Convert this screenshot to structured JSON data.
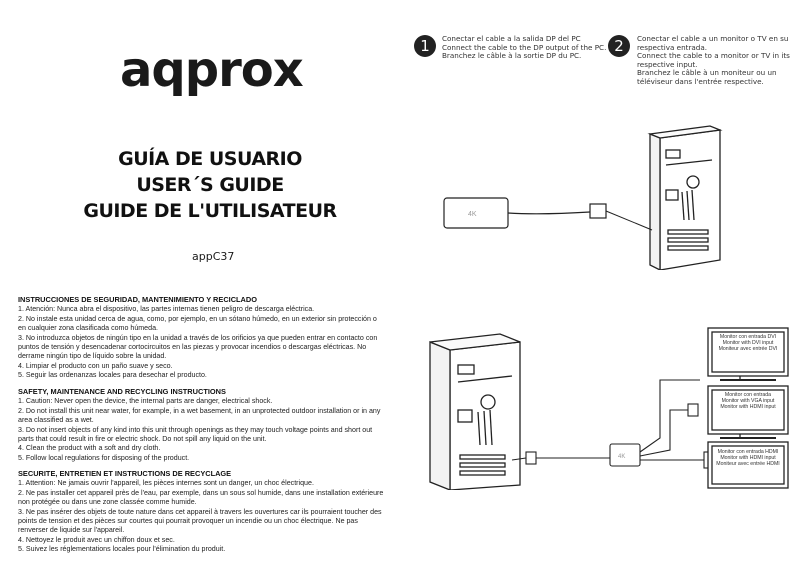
{
  "brand": {
    "logo": "aqprox"
  },
  "titles": [
    "GUÍA DE USUARIO",
    "USER´S GUIDE",
    "GUIDE DE L'UTILISATEUR"
  ],
  "model": "appC37",
  "steps": [
    {
      "number": "1",
      "lines": [
        "Conectar el cable a la salida DP del PC",
        "Connect the cable to the DP output of the PC.",
        "Branchez le câble à la sortie DP du PC."
      ]
    },
    {
      "number": "2",
      "lines": [
        "Conectar el cable a un monitor o TV en su",
        "respectiva entrada.",
        "Connect the cable to a monitor or TV in its",
        "respective input.",
        "Branchez le câble à un moniteur ou un",
        "téléviseur dans l'entrée respective."
      ]
    }
  ],
  "adapter_label": "4K",
  "monitors": [
    [
      "Monitor con entrada DVI",
      "Monitor with DVI input",
      "Moniteur avec entrée DVI"
    ],
    [
      "Monitor con entrada",
      "Monitor with VGA input",
      "Monitor with HDMI input"
    ],
    [
      "Monitor con entrada HDMI",
      "Monitor with HDMI input",
      "Moniteur avec entrée HDMI"
    ]
  ],
  "sections": [
    {
      "heading": "INSTRUCCIONES DE SEGURIDAD, MANTENIMIENTO Y RECICLADO",
      "items": [
        "1. Atención: Nunca abra el dispositivo, las partes internas tienen peligro de descarga eléctrica.",
        "2. No instale esta unidad cerca de agua, como, por ejemplo, en un sótano húmedo, en un exterior sin protección o en cualquier zona clasificada como húmeda.",
        "3. No introduzca objetos de ningún tipo en la unidad a través de los orificios ya que pueden entrar en contacto con puntos de tensión y desencadenar cortocircuitos en las piezas y provocar incendios o descargas eléctricas. No derrame ningún tipo de líquido sobre la unidad.",
        "4. Limpiar el producto con un paño suave y seco.",
        "5. Seguir las ordenanzas locales para desechar el producto."
      ]
    },
    {
      "heading": "SAFETY, MAINTENANCE AND RECYCLING INSTRUCTIONS",
      "items": [
        "1. Caution: Never open the device, the internal parts are danger, electrical shock.",
        "2. Do not install this unit near water, for example, in a wet basement, in an unprotected outdoor installation or in any area classified as a wet.",
        "3. Do not insert objects of any kind into this unit through openings as they may touch voltage points and short out parts that could result in fire or electric shock. Do not spill any liquid on the unit.",
        "4. Clean the product with a soft and dry cloth.",
        "5. Follow local regulations for disposing of the product."
      ]
    },
    {
      "heading": "SECURITE, ENTRETIEN ET INSTRUCTIONS DE RECYCLAGE",
      "items": [
        "1. Attention: Ne jamais ouvrir l'appareil, les pièces internes sont un danger, un choc électrique.",
        "2. Ne pas installer cet appareil près de l'eau, par exemple, dans un sous sol humide, dans une installation extérieure non protégée ou dans une zone classée comme humide.",
        "3. Ne pas insérer des objets de toute nature dans cet appareil à travers les ouvertures car ils pourraient toucher des points de tension et des pièces sur courtes qui pourrait provoquer un incendie ou un choc électrique. Ne pas renverser de liquide sur l'appareil.",
        "4. Nettoyez le produit avec un chiffon doux et sec.",
        "5. Suivez les réglementations locales pour l'élimination du produit."
      ]
    }
  ]
}
